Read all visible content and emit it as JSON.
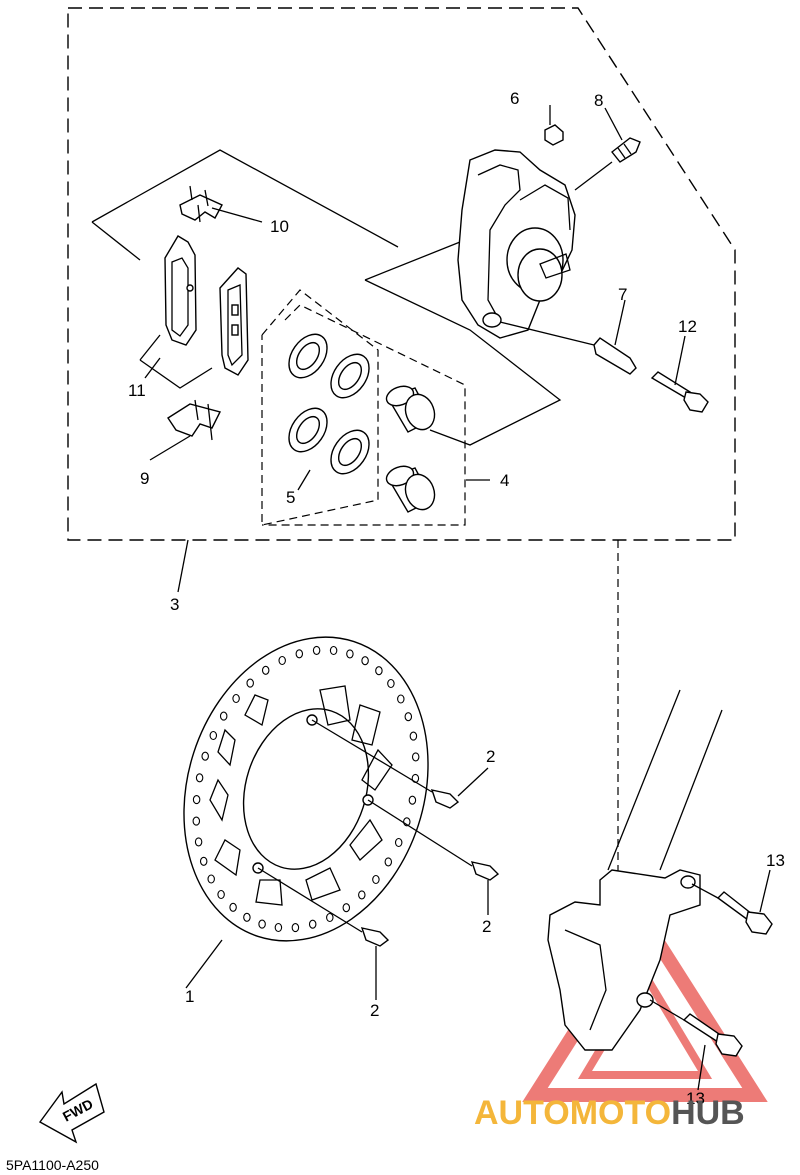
{
  "diagram_code": "5PA1100-A250",
  "fwd_label": "FWD",
  "watermark": {
    "part1": "AUTOMOTO",
    "part2": "HUB",
    "logo_color": "#e8504a",
    "accent": "#f4b63a"
  },
  "callouts": {
    "c1": "1",
    "c2a": "2",
    "c2b": "2",
    "c2c": "2",
    "c3": "3",
    "c4": "4",
    "c5": "5",
    "c6": "6",
    "c7": "7",
    "c8": "8",
    "c9": "9",
    "c10": "10",
    "c11": "11",
    "c12": "12",
    "c13a": "13",
    "c13b": "13"
  }
}
